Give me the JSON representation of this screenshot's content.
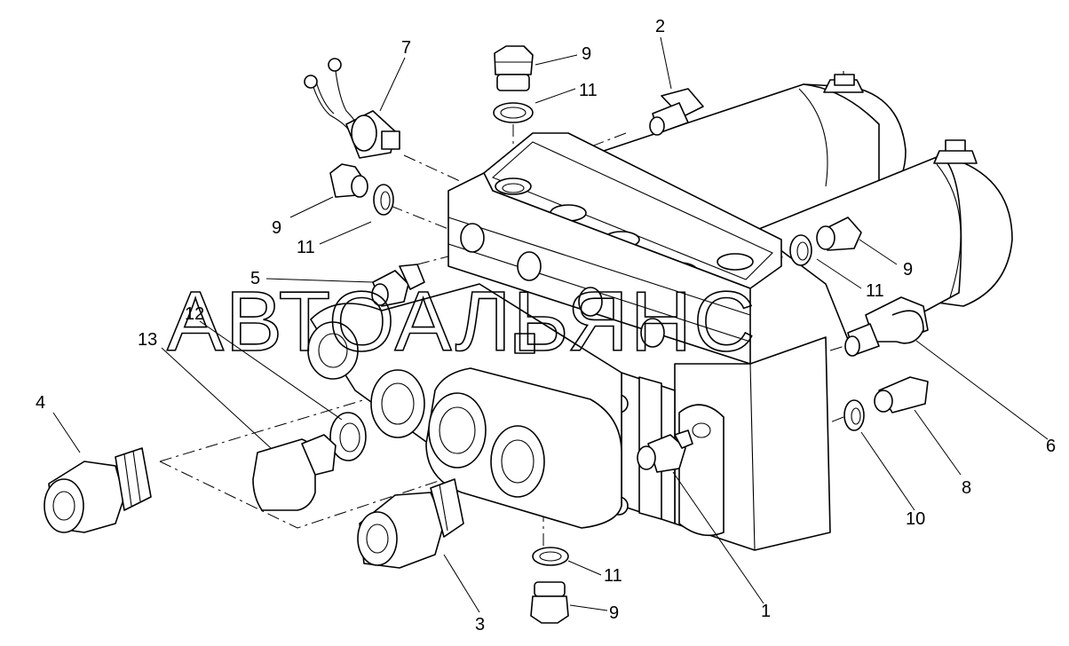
{
  "watermark": "АВТОАЛЬЯНС",
  "callouts": {
    "c1": "1",
    "c2": "2",
    "c3": "3",
    "c4": "4",
    "c5": "5",
    "c6": "6",
    "c7": "7",
    "c8": "8",
    "c9a": "9",
    "c9b": "9",
    "c9c": "9",
    "c9d": "9",
    "c10": "10",
    "c11a": "11",
    "c11b": "11",
    "c11c": "11",
    "c11d": "11",
    "c12": "12",
    "c13": "13"
  }
}
